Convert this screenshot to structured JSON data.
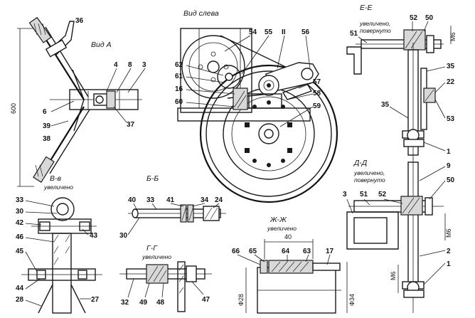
{
  "views": {
    "vid_a": "Вид А",
    "vid_sleva": "Вид слева",
    "e_e": "Е-Е",
    "e_e_note1": "увеличено,",
    "e_e_note2": "повернуто",
    "d_d": "Д-Д",
    "d_d_note1": "увеличено,",
    "d_d_note2": "повернуто",
    "v_v": "В-в",
    "v_v_note": "увеличено",
    "b_b": "Б-Б",
    "g_g": "Г-Г",
    "g_g_note": "увеличено",
    "zh_zh": "Ж-Ж",
    "zh_zh_note": "увеличено"
  },
  "dimensions": {
    "d600": "600",
    "m6_top": "М6",
    "m6_mid": "М6",
    "m6_bottom": "М6",
    "d40": "40",
    "phi28": "Ф28",
    "phi34": "Ф34"
  },
  "part_numbers": {
    "p36": "36",
    "p4": "4",
    "p8": "8",
    "p3_top": "3",
    "p6": "6",
    "p39": "39",
    "p37": "37",
    "p38": "38",
    "p54": "54",
    "p55": "55",
    "p11": "II",
    "p56": "56",
    "p62": "62",
    "p61": "61",
    "p16": "16",
    "p60": "60",
    "p57": "57",
    "p58": "58",
    "p59": "59",
    "p52_top": "52",
    "p50_top": "50",
    "p51_top": "51",
    "p35_a": "35",
    "p22": "22",
    "p53": "53",
    "p35_b": "35",
    "p1_top": "1",
    "p9": "9",
    "p50_mid": "50",
    "p3_mid": "3",
    "p51_mid": "51",
    "p52_mid": "52",
    "p2": "2",
    "p1_bottom": "1",
    "p33_left": "33",
    "p30_left": "30",
    "p42": "42",
    "p43": "43",
    "p46": "46",
    "p45": "45",
    "p44": "44",
    "p28": "28",
    "p27": "27",
    "p40": "40",
    "p33_mid": "33",
    "p41": "41",
    "p34": "34",
    "p24": "24",
    "p30_mid": "30",
    "p32": "32",
    "p49": "49",
    "p48": "48",
    "p47": "47",
    "p66": "66",
    "p65": "65",
    "p64": "64",
    "p63": "63",
    "p17": "17"
  }
}
